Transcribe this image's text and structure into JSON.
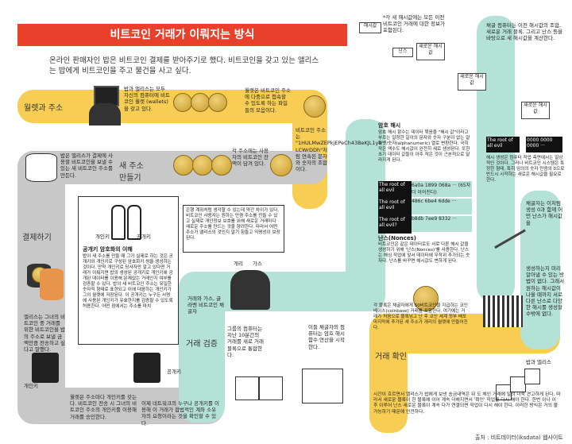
{
  "title": "비트코인 거래가 이뤄지는 방식",
  "intro": "온라인 판매자인 밥은 비트코인 결제를 받아주기로 했다. 비트코인을 갖고 있는 앨리스는 밥에게 비트코인을 주고 물건을 사고 싶다.",
  "stages": {
    "wallet": "월렛과 주소",
    "new_address": "새 주소\n만들기",
    "payment": "결제하기",
    "verify": "거래 검증",
    "confirm": "거래 확인"
  },
  "texts": {
    "wallet_desc": "밥과 앨리스는 모두 자신의 컴퓨터에 비트코인 월렛 (wallets)을 갖고 있다.",
    "wallet_files": "월렛은 비트코인 주소에 다중으로 접속할 수 있도록 하는 파일들의 모음이다.",
    "address_label": "비트코인 주소는 \"1HULMwZEPkjEPeCh43BeKJL1yb LCWrDDh\"처럼 연속된 문자와 숫자의 조합이다.",
    "bob_new_address": "밥은 앨리스가 결제에 사용할 비트코인을 보낼 수 있는 새 비트코인 주소를 만든다.",
    "each_address": "각 주소에는 사용자의 비트코인 잔액이 담겨 있다.",
    "private_key": "개인키",
    "public_key": "공개키",
    "crypto_title": "공개키 암호화의 이해",
    "crypto_body": "밥이 새 주소를 만들 때 그가 실제로 하는 것은 공개키와 개인키로 구성된 암호화키 쌍을 생성하는 것이다. 만약 개인키로 당사자만 알고 있다면 거래가 이뤄지면 밥의 생성된 공개키로 개인키에 공개된 데이터를 이용해 문제없는 거래인지 여부를 검증할 수 있다. 밥의 새 비트코인 주소는 유일한 숫자적 형태로 표현되고 이에 대응하는 개인키가 그의 월렛에 저장된다. 이 공개키는 누구든 서명에 사용된 개인키가 유효한지를 검증할 수 있도록 허용한다. 어떤 점에서는 주소를 마치",
    "chain_text": "은행 계좌처럼 생각할 수 있는데 약간 차이가 있다. 비트코인 사용자는 원하는 만큼 주소를 만들 수 있고 실제로 개인정보 보호를 위해 새로운 거래마다 새로운 주소를 만드는 것을 장려한다. 따라서 어떤 주소가 앨리스의 것인지 알기 힘들고 익명성이 보장된다.",
    "alice_desc": "앨리스는 그녀의 비트코인 중 거래를 위한 비트코인을 밥의 주소로 보낼 금액만큼 전송하고 싶다고 말했다.",
    "privkey_label": "개인키",
    "pubkey_label": "공개키",
    "signed_desc": "월렛은 주소마다 개인키를 갖는다. 비트코인 전송 시 그녀의 비트코인 주소의 개인키를 이용해 거래를 승인한다.",
    "network_desc": "이제 네트워크의 누구나 공개키를 이용해 이 거래가 합법적인 계좌 소유자의 요청이라는 것을 확인할 수 있다.",
    "broadcast_desc": "거래와 가스, 글라벤 비트코인 채굴자",
    "computers_desc": "그룹의 컴퓨터는 지난 10분간의 거래를 새로 거래 블록으로 통합한다.",
    "hash_verify": "이들 채굴자의 컴퓨터는 암호 해시 함수 연산을 시작한다.",
    "hash_title": "암호 해시",
    "hash_body": "암호 해시 함수는 데이터 묶음을 \"해시 값\"이라고 부르는 일정한 길이의 문자와 숫자 구분이 없는 알파벳/숫자(alphanumeric) 열로 변환한다. 극히 작은 액수도 해시값이 완전히 새로 생성된다. 또한 초기 데이터 값들이 아주 작은 것이 근본적으로 달라지게 된다.",
    "h1_in": "The root of all evil",
    "h1_out": "6a0a 1899 068a ··· (65자 더 이어진다)",
    "h2_in": "The root of all evil",
    "h2_out": "486c 6be4 6dde ···",
    "h3_in": "The root of all evil?",
    "h3_out": "b8db 7ee9 8332 ···",
    "nonce_title": "난스(Nonces)",
    "nonce_body": "비트코인은 같은 데이터로도 서로 다른 해시 값을 생성하기 위해 '난스(Nonces)'를 사용한다. 난스는 해싱 작업에 앞서 데이터에 무작위 추가되는 숫자다. 난스를 바꾸면 해시값도 변하게 된다.",
    "prev_hash": "*각 새 해시값에는 모든 이전 비트코인 거래에 대한 정보가 포함된다.",
    "hash_label": "해시값",
    "nonce_label": "난스",
    "new_hash": "새로운 해시값",
    "miners_calc": "채굴 컴퓨터는 이전 해시값의 조합, 새로운 거래 블록, 그리고 난스 등을 바탕으로 새 해시값을 계산한다.",
    "target_in": "The root of all evil",
    "target_out": "0000 0000 0000 ···",
    "target_desc": "해시 생성은 컴퓨터 작업 측면에서는 일상적인 것이다. 그러나 비트코인 시스템은 특정한 형태, 특히 임의의 숫자 만큼의 0으로 반드시 시작하는 새로운 해시값을 필요로 한다.",
    "random_nonce": "채굴자는 이처럼 생성 0과 함께 어떤 난스가 해시값을",
    "winner": "생성하는지 미리 알아낼 수 있는 방법이 없다. 그래서 원하는 해시값이 나올 때까지 서로 다른 난스로 다양한 해시를 생성할 수밖에 없다.",
    "block_reward": "각 블록은 채굴자에게 50비트코인을 지급하는 코인베이스(coinbase) 거래를 포함한다. 여기에는 거래가 처음으로 블록넘고 난 후 코인 세계 정부 배포 마지막에 추가된 새 주소가 개리의 월렛에 만들어진다.",
    "confirm_desc": "시간이 흐르면서 앨리스가 밥에게 보낸 송금내역은 뒤 도 체인 거래에 밀려 더욱 견고하게 된다. 따라서 새로운 블록이 한 블록에 이어 계속 더해지면서 '확인' 작업을 다시 해야 한다. 한번 이나 이 후 이루어 난스 새로운 블록이 계속 다가 연결되면 작업이 다시 해야 한다. 이러한 방식은 거의 불가능하기 때문에 안전하다.",
    "bob_alice": "밥과 앨리스",
    "man_label": "개리",
    "woman_label": "가스",
    "source": "출처 : 비트데이터(iksdata) 웹사이트"
  },
  "icons": [
    "bitcoin-coin-icon",
    "key-icon",
    "lock-icon",
    "computer-icon",
    "shovel-icon"
  ],
  "colors": {
    "title_bg": "#e8402a",
    "yellow": "#f7ce53",
    "gray": "#c8c8c8",
    "teal": "#b4e2d6"
  }
}
